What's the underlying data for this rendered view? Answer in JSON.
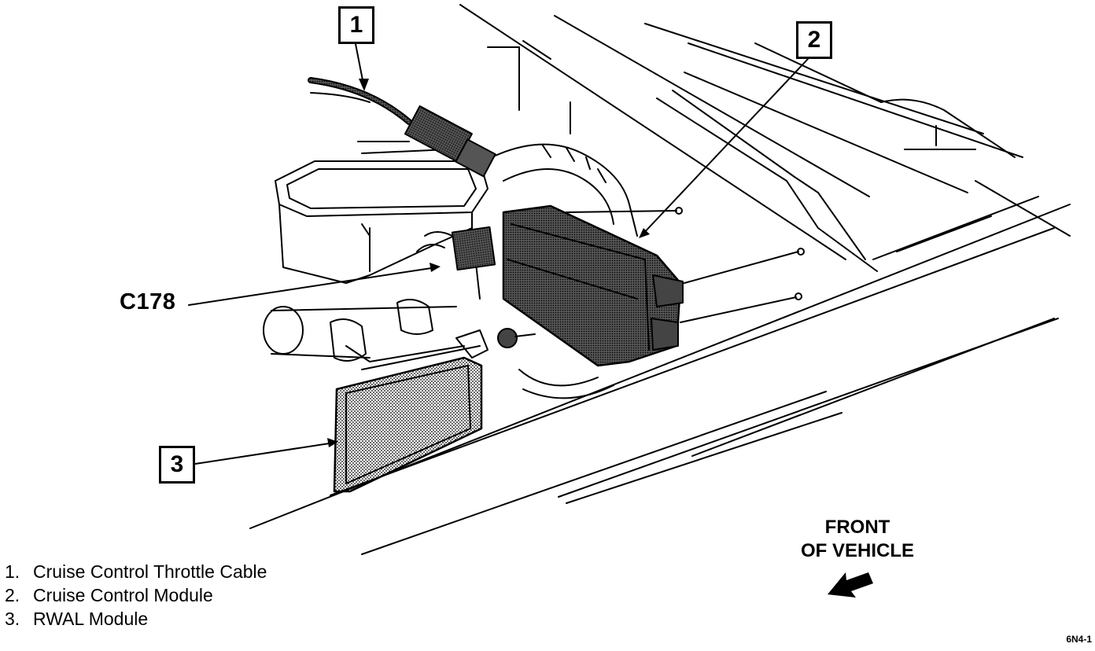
{
  "callouts": {
    "c1": "1",
    "c2": "2",
    "c3": "3"
  },
  "connector_label": "C178",
  "front_label": {
    "line1": "FRONT",
    "line2": "OF VEHICLE"
  },
  "legend": [
    {
      "num": "1.",
      "text": "Cruise Control Throttle Cable"
    },
    {
      "num": "2.",
      "text": "Cruise Control Module"
    },
    {
      "num": "3.",
      "text": "RWAL Module"
    }
  ],
  "figure_code": "6N4-1",
  "colors": {
    "ink": "#000000",
    "paper": "#ffffff",
    "module_fill": "#8a8a8a"
  }
}
